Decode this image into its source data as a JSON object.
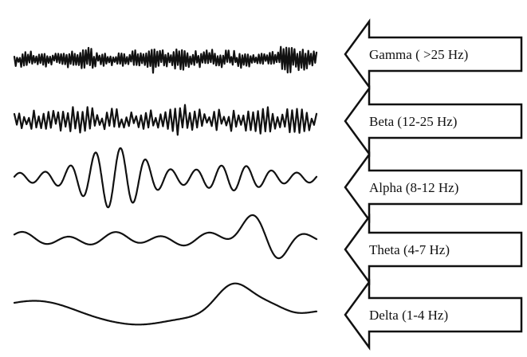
{
  "colors": {
    "stroke": "#111111",
    "background": "#ffffff"
  },
  "bands": [
    {
      "label": "Gamma ( >25 Hz)"
    },
    {
      "label": "Beta (12-25 Hz)"
    },
    {
      "label": "Alpha (8-12 Hz)"
    },
    {
      "label": "Theta (4-7 Hz)"
    },
    {
      "label": "Delta (1-4 Hz)"
    }
  ]
}
